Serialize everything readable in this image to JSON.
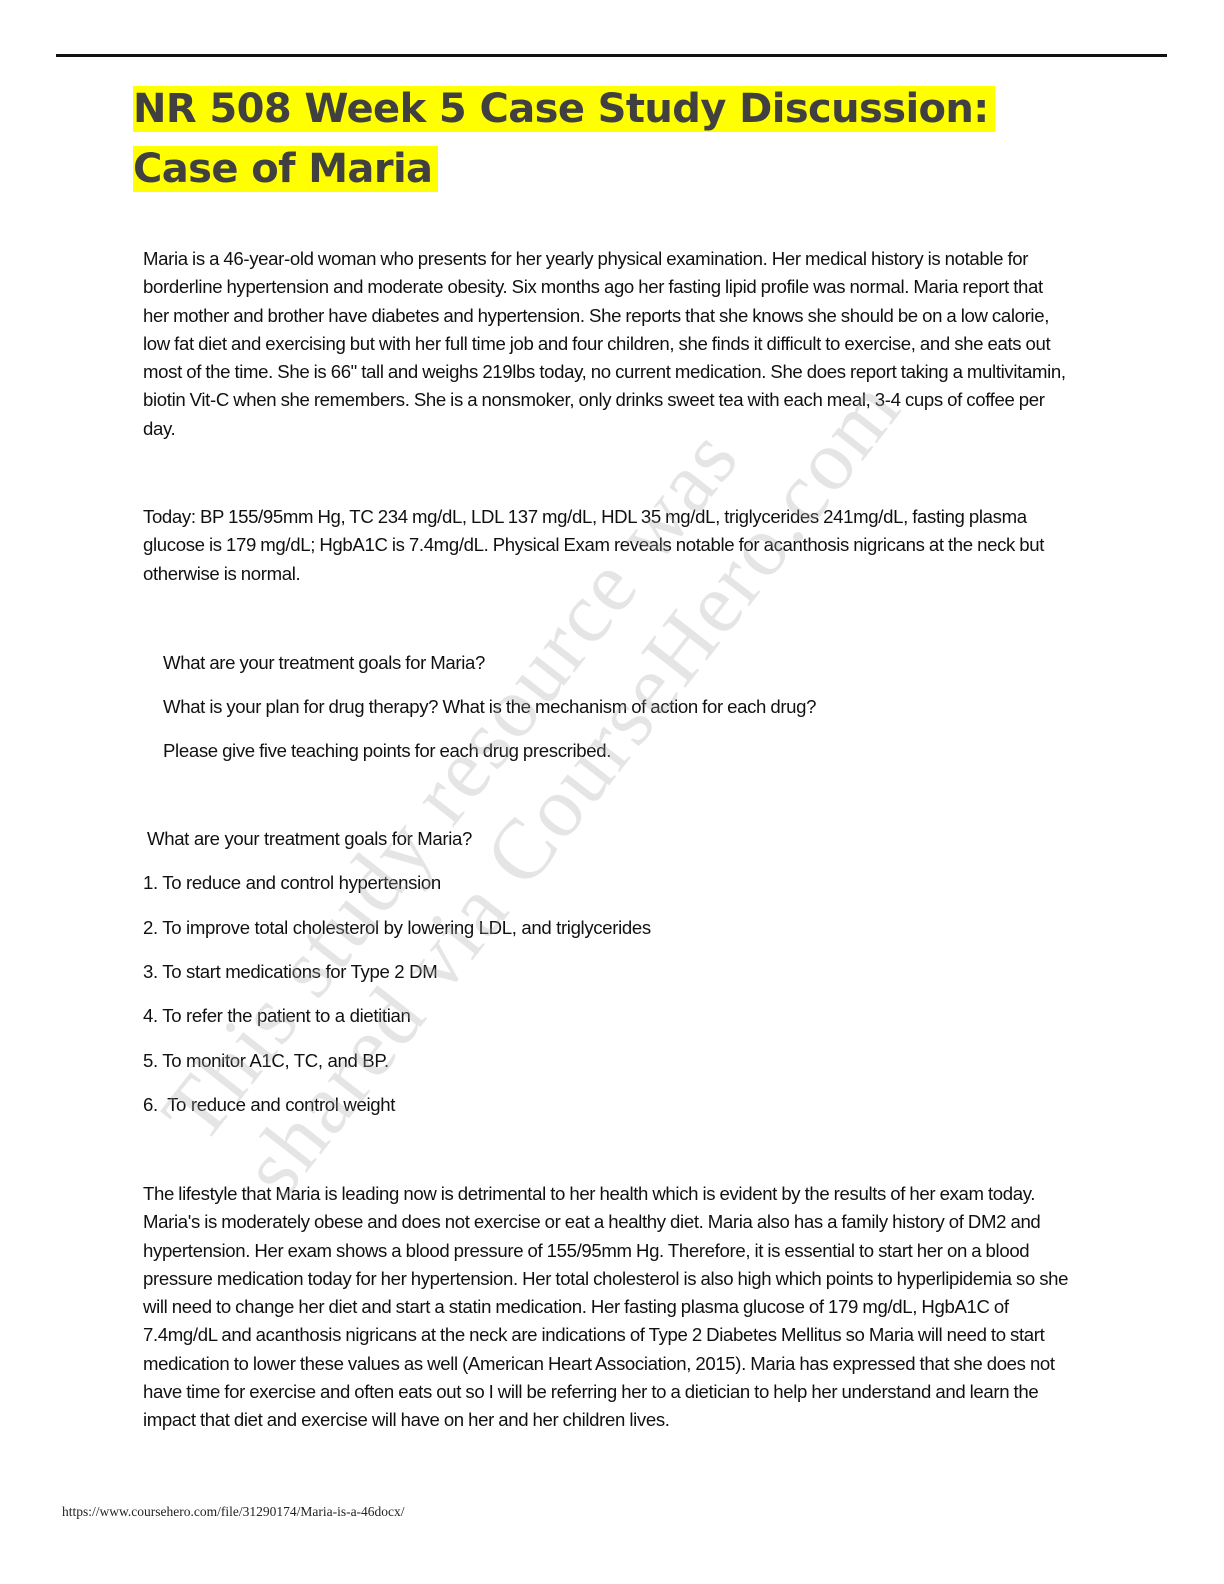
{
  "document": {
    "title": "NR 508 Week 5 Case Study Discussion: Case of Maria",
    "title_highlight_color": "#ffff00",
    "title_text_color": "#404040",
    "intro_paragraph": "Maria is a 46-year-old woman who presents for her yearly physical examination. Her medical history is notable for borderline hypertension and moderate obesity. Six months ago her fasting lipid profile was normal. Maria report that her mother and brother have diabetes and hypertension. She reports that she knows she should be on a low calorie, low fat diet and exercising but with her full time job and four children, she finds it difficult to exercise, and she eats out most of the time. She is 66\" tall and weighs 219lbs today, no current medication. She does report taking a multivitamin, biotin Vit-C when she remembers. She is a nonsmoker, only drinks sweet tea with each meal, 3-4 cups of coffee per day.",
    "labs_paragraph": "Today: BP 155/95mm Hg, TC 234 mg/dL, LDL 137 mg/dL, HDL 35 mg/dL, triglycerides 241mg/dL, fasting plasma glucose is 179 mg/dL; HgbA1C is 7.4mg/dL. Physical Exam reveals notable for acanthosis nigricans at the neck but otherwise is normal.",
    "questions": [
      "What are your treatment goals for Maria?",
      "What is your plan for drug therapy? What is the mechanism of action for each drug?",
      "Please give five teaching points for each drug prescribed."
    ],
    "goals_heading": "What are your treatment goals for Maria?",
    "goals": [
      "1. To reduce and control hypertension",
      "2. To improve total cholesterol by lowering LDL, and triglycerides",
      "3. To start medications for Type 2 DM",
      "4. To refer the patient to a dietitian",
      "5. To monitor A1C, TC, and BP.",
      "6.  To reduce and control weight"
    ],
    "discussion_paragraph": "The lifestyle that Maria is leading now is detrimental to her health which is evident by the results of her exam today. Maria's is moderately obese and does not exercise or eat a healthy diet. Maria also has a family history of DM2 and hypertension. Her exam shows a blood pressure of 155/95mm Hg. Therefore, it is essential to start her on a blood pressure medication today for her hypertension. Her total cholesterol is also high which points to hyperlipidemia so she will need to change her diet and start a statin medication. Her fasting plasma glucose of 179 mg/dL, HgbA1C of 7.4mg/dL and acanthosis nigricans at the neck are indications of Type 2 Diabetes Mellitus so Maria will need to start medication to lower these values as well (American Heart Association, 2015). Maria has expressed that she does not have time for exercise and often eats out so I will be referring her to a dietician to help her understand and learn the impact that diet and exercise will have on her and her children lives."
  },
  "watermark": {
    "line1": "This study resource was",
    "line2": "shared via CourseHero.com"
  },
  "footer": {
    "url": "https://www.coursehero.com/file/31290174/Maria-is-a-46docx/"
  }
}
